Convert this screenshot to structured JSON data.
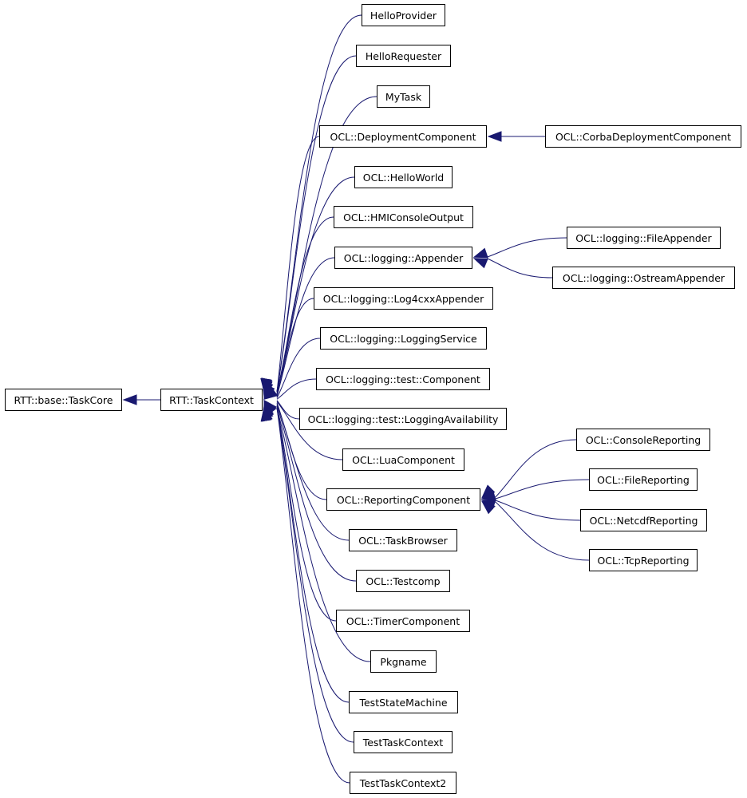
{
  "edge_color": "#191970",
  "nodes": {
    "taskcore": "RTT::base::TaskCore",
    "taskcontext": "RTT::TaskContext",
    "helloprovider": "HelloProvider",
    "hellorequester": "HelloRequester",
    "mytask": "MyTask",
    "deployment": "OCL::DeploymentComponent",
    "helloworld": "OCL::HelloWorld",
    "hmiconsole": "OCL::HMIConsoleOutput",
    "appender": "OCL::logging::Appender",
    "log4cxx": "OCL::logging::Log4cxxAppender",
    "loggingservice": "OCL::logging::LoggingService",
    "testcomponent": "OCL::logging::test::Component",
    "loggingavail": "OCL::logging::test::LoggingAvailability",
    "luacomponent": "OCL::LuaComponent",
    "reporting": "OCL::ReportingComponent",
    "taskbrowser": "OCL::TaskBrowser",
    "testcomp": "OCL::Testcomp",
    "timer": "OCL::TimerComponent",
    "pkgname": "Pkgname",
    "teststate": "TestStateMachine",
    "testtask": "TestTaskContext",
    "testtask2": "TestTaskContext2",
    "corbadeploy": "OCL::CorbaDeploymentComponent",
    "fileappender": "OCL::logging::FileAppender",
    "ostream": "OCL::logging::OstreamAppender",
    "consolerep": "OCL::ConsoleReporting",
    "filerep": "OCL::FileReporting",
    "netcdfrep": "OCL::NetcdfReporting",
    "tcprep": "OCL::TcpReporting"
  },
  "edges": [
    {
      "from": "taskcontext",
      "to": "taskcore"
    },
    {
      "from": "helloprovider",
      "to": "taskcontext"
    },
    {
      "from": "hellorequester",
      "to": "taskcontext"
    },
    {
      "from": "mytask",
      "to": "taskcontext"
    },
    {
      "from": "deployment",
      "to": "taskcontext"
    },
    {
      "from": "helloworld",
      "to": "taskcontext"
    },
    {
      "from": "hmiconsole",
      "to": "taskcontext"
    },
    {
      "from": "appender",
      "to": "taskcontext"
    },
    {
      "from": "log4cxx",
      "to": "taskcontext"
    },
    {
      "from": "loggingservice",
      "to": "taskcontext"
    },
    {
      "from": "testcomponent",
      "to": "taskcontext"
    },
    {
      "from": "loggingavail",
      "to": "taskcontext"
    },
    {
      "from": "luacomponent",
      "to": "taskcontext"
    },
    {
      "from": "reporting",
      "to": "taskcontext"
    },
    {
      "from": "taskbrowser",
      "to": "taskcontext"
    },
    {
      "from": "testcomp",
      "to": "taskcontext"
    },
    {
      "from": "timer",
      "to": "taskcontext"
    },
    {
      "from": "pkgname",
      "to": "taskcontext"
    },
    {
      "from": "teststate",
      "to": "taskcontext"
    },
    {
      "from": "testtask",
      "to": "taskcontext"
    },
    {
      "from": "testtask2",
      "to": "taskcontext"
    },
    {
      "from": "corbadeploy",
      "to": "deployment"
    },
    {
      "from": "fileappender",
      "to": "appender"
    },
    {
      "from": "ostream",
      "to": "appender"
    },
    {
      "from": "consolerep",
      "to": "reporting"
    },
    {
      "from": "filerep",
      "to": "reporting"
    },
    {
      "from": "netcdfrep",
      "to": "reporting"
    },
    {
      "from": "tcprep",
      "to": "reporting"
    }
  ]
}
